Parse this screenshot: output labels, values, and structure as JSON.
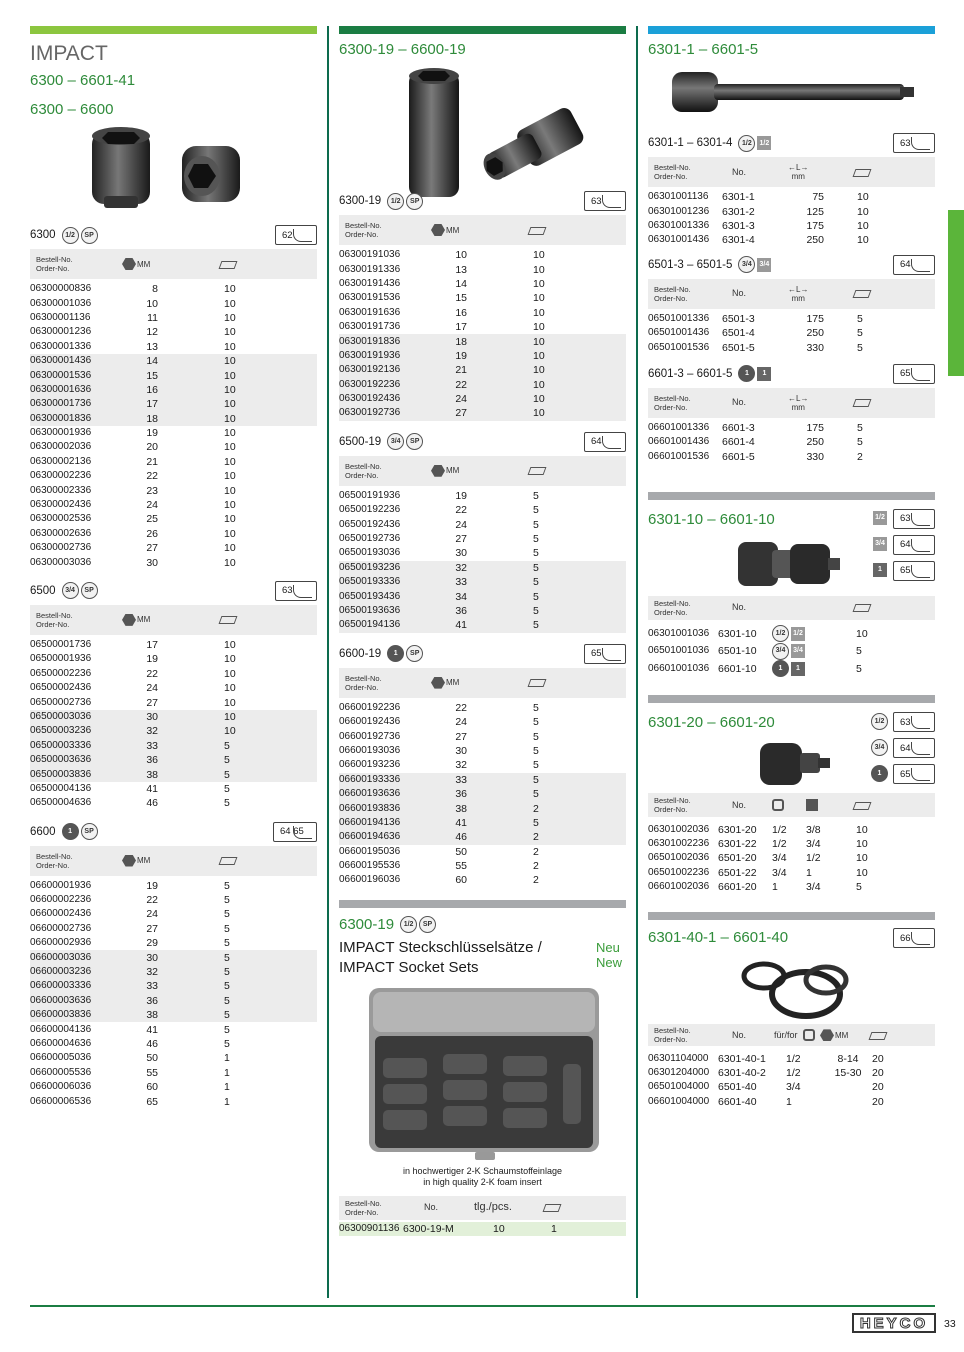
{
  "col1": {
    "title": "IMPACT",
    "range1": "6300 – 6601-41",
    "range2": "6300 – 6600",
    "hdr_bestell": "Bestell-No.",
    "hdr_order": "Order-No.",
    "hdr_mm": "MM",
    "s6300": {
      "label": "6300",
      "drive": "1/2",
      "sp": "SP",
      "page": "62",
      "rows": [
        [
          "06300000836",
          "8",
          "10"
        ],
        [
          "06300001036",
          "10",
          "10"
        ],
        [
          "06300001136",
          "11",
          "10"
        ],
        [
          "06300001236",
          "12",
          "10"
        ],
        [
          "06300001336",
          "13",
          "10"
        ],
        [
          "06300001436",
          "14",
          "10"
        ],
        [
          "06300001536",
          "15",
          "10"
        ],
        [
          "06300001636",
          "16",
          "10"
        ],
        [
          "06300001736",
          "17",
          "10"
        ],
        [
          "06300001836",
          "18",
          "10"
        ],
        [
          "06300001936",
          "19",
          "10"
        ],
        [
          "06300002036",
          "20",
          "10"
        ],
        [
          "06300002136",
          "21",
          "10"
        ],
        [
          "06300002236",
          "22",
          "10"
        ],
        [
          "06300002336",
          "23",
          "10"
        ],
        [
          "06300002436",
          "24",
          "10"
        ],
        [
          "06300002536",
          "25",
          "10"
        ],
        [
          "06300002636",
          "26",
          "10"
        ],
        [
          "06300002736",
          "27",
          "10"
        ],
        [
          "06300003036",
          "30",
          "10"
        ]
      ]
    },
    "s6500": {
      "label": "6500",
      "drive": "3/4",
      "sp": "SP",
      "page": "63",
      "rows": [
        [
          "06500001736",
          "17",
          "10"
        ],
        [
          "06500001936",
          "19",
          "10"
        ],
        [
          "06500002236",
          "22",
          "10"
        ],
        [
          "06500002436",
          "24",
          "10"
        ],
        [
          "06500002736",
          "27",
          "10"
        ],
        [
          "06500003036",
          "30",
          "10"
        ],
        [
          "06500003236",
          "32",
          "10"
        ],
        [
          "06500003336",
          "33",
          "5"
        ],
        [
          "06500003636",
          "36",
          "5"
        ],
        [
          "06500003836",
          "38",
          "5"
        ],
        [
          "06500004136",
          "41",
          "5"
        ],
        [
          "06500004636",
          "46",
          "5"
        ]
      ]
    },
    "s6600": {
      "label": "6600",
      "drive": "1",
      "sp": "SP",
      "page1": "64",
      "page2": "65",
      "rows": [
        [
          "06600001936",
          "19",
          "5"
        ],
        [
          "06600002236",
          "22",
          "5"
        ],
        [
          "06600002436",
          "24",
          "5"
        ],
        [
          "06600002736",
          "27",
          "5"
        ],
        [
          "06600002936",
          "29",
          "5"
        ],
        [
          "06600003036",
          "30",
          "5"
        ],
        [
          "06600003236",
          "32",
          "5"
        ],
        [
          "06600003336",
          "33",
          "5"
        ],
        [
          "06600003636",
          "36",
          "5"
        ],
        [
          "06600003836",
          "38",
          "5"
        ],
        [
          "06600004136",
          "41",
          "5"
        ],
        [
          "06600004636",
          "46",
          "5"
        ],
        [
          "06600005036",
          "50",
          "1"
        ],
        [
          "06600005536",
          "55",
          "1"
        ],
        [
          "06600006036",
          "60",
          "1"
        ],
        [
          "06600006536",
          "65",
          "1"
        ]
      ]
    }
  },
  "col2": {
    "range": "6300-19 – 6600-19",
    "s630019": {
      "label": "6300-19",
      "drive": "1/2",
      "sp": "SP",
      "page": "63",
      "rows": [
        [
          "06300191036",
          "10",
          "10"
        ],
        [
          "06300191336",
          "13",
          "10"
        ],
        [
          "06300191436",
          "14",
          "10"
        ],
        [
          "06300191536",
          "15",
          "10"
        ],
        [
          "06300191636",
          "16",
          "10"
        ],
        [
          "06300191736",
          "17",
          "10"
        ],
        [
          "06300191836",
          "18",
          "10"
        ],
        [
          "06300191936",
          "19",
          "10"
        ],
        [
          "06300192136",
          "21",
          "10"
        ],
        [
          "06300192236",
          "22",
          "10"
        ],
        [
          "06300192436",
          "24",
          "10"
        ],
        [
          "06300192736",
          "27",
          "10"
        ]
      ]
    },
    "s650019": {
      "label": "6500-19",
      "drive": "3/4",
      "sp": "SP",
      "page": "64",
      "rows": [
        [
          "06500191936",
          "19",
          "5"
        ],
        [
          "06500192236",
          "22",
          "5"
        ],
        [
          "06500192436",
          "24",
          "5"
        ],
        [
          "06500192736",
          "27",
          "5"
        ],
        [
          "06500193036",
          "30",
          "5"
        ],
        [
          "06500193236",
          "32",
          "5"
        ],
        [
          "06500193336",
          "33",
          "5"
        ],
        [
          "06500193436",
          "34",
          "5"
        ],
        [
          "06500193636",
          "36",
          "5"
        ],
        [
          "06500194136",
          "41",
          "5"
        ]
      ]
    },
    "s660019": {
      "label": "6600-19",
      "drive": "1",
      "sp": "SP",
      "page": "65",
      "rows": [
        [
          "06600192236",
          "22",
          "5"
        ],
        [
          "06600192436",
          "24",
          "5"
        ],
        [
          "06600192736",
          "27",
          "5"
        ],
        [
          "06600193036",
          "30",
          "5"
        ],
        [
          "06600193236",
          "32",
          "5"
        ],
        [
          "06600193336",
          "33",
          "5"
        ],
        [
          "06600193636",
          "36",
          "5"
        ],
        [
          "06600193836",
          "38",
          "2"
        ],
        [
          "06600194136",
          "41",
          "5"
        ],
        [
          "06600194636",
          "46",
          "2"
        ],
        [
          "06600195036",
          "50",
          "2"
        ],
        [
          "06600195536",
          "55",
          "2"
        ],
        [
          "06600196036",
          "60",
          "2"
        ]
      ]
    },
    "set": {
      "label": "6300-19",
      "drive": "1/2",
      "sp": "SP",
      "title_de": "IMPACT Steckschlüsselsätze /",
      "title_en": "IMPACT Socket Sets",
      "neu": "Neu",
      "new": "New",
      "caption_de": "in hochwertiger 2-K Schaumstoffeinlage",
      "caption_en": "in high quality 2-K foam insert",
      "hdr_no": "No.",
      "hdr_tlg": "tlg./pcs.",
      "row": [
        "06300901136",
        "6300-19-M",
        "10",
        "1"
      ]
    }
  },
  "col3": {
    "range1": "6301-1 – 6601-5",
    "hdr_no": "No.",
    "hdr_len": "L",
    "hdr_len_unit": "mm",
    "sA": {
      "label": "6301-1 – 6301-4",
      "drive": "1/2",
      "drive_sq": "1/2",
      "page": "63",
      "rows": [
        [
          "06301001136",
          "6301-1",
          "75",
          "10"
        ],
        [
          "06301001236",
          "6301-2",
          "125",
          "10"
        ],
        [
          "06301001336",
          "6301-3",
          "175",
          "10"
        ],
        [
          "06301001436",
          "6301-4",
          "250",
          "10"
        ]
      ]
    },
    "sB": {
      "label": "6501-3 – 6501-5",
      "drive": "3/4",
      "drive_sq": "3/4",
      "page": "64",
      "rows": [
        [
          "06501001336",
          "6501-3",
          "175",
          "5"
        ],
        [
          "06501001436",
          "6501-4",
          "250",
          "5"
        ],
        [
          "06501001536",
          "6501-5",
          "330",
          "5"
        ]
      ]
    },
    "sC": {
      "label": "6601-3 – 6601-5",
      "drive": "1",
      "drive_sq": "1",
      "page": "65",
      "rows": [
        [
          "06601001336",
          "6601-3",
          "175",
          "5"
        ],
        [
          "06601001436",
          "6601-4",
          "250",
          "5"
        ],
        [
          "06601001536",
          "6601-5",
          "330",
          "2"
        ]
      ]
    },
    "joint": {
      "title": "6301-10 – 6601-10",
      "pages": [
        {
          "sq": "1/2",
          "p": "63"
        },
        {
          "sq": "3/4",
          "p": "64"
        },
        {
          "sq": "1",
          "p": "65"
        }
      ],
      "rows": [
        [
          "06301001036",
          "6301-10",
          "1/2",
          "1/2",
          "10"
        ],
        [
          "06501001036",
          "6501-10",
          "3/4",
          "3/4",
          "5"
        ],
        [
          "06601001036",
          "6601-10",
          "1",
          "1",
          "5"
        ]
      ]
    },
    "adapter": {
      "title": "6301-20 – 6601-20",
      "pages": [
        {
          "d": "1/2",
          "p": "63"
        },
        {
          "d": "3/4",
          "p": "64"
        },
        {
          "d": "1",
          "p": "65"
        }
      ],
      "rows": [
        [
          "06301002036",
          "6301-20",
          "1/2",
          "3/8",
          "10"
        ],
        [
          "06301002236",
          "6301-22",
          "1/2",
          "3/4",
          "10"
        ],
        [
          "06501002036",
          "6501-20",
          "3/4",
          "1/2",
          "10"
        ],
        [
          "06501002236",
          "6501-22",
          "3/4",
          "1",
          "10"
        ],
        [
          "06601002036",
          "6601-20",
          "1",
          "3/4",
          "5"
        ]
      ]
    },
    "rings": {
      "title": "6301-40-1 – 6601-40",
      "page": "66",
      "hdr_fuer": "für/for",
      "rows": [
        [
          "06301104000",
          "6301-40-1",
          "1/2",
          "8-14",
          "20"
        ],
        [
          "06301204000",
          "6301-40-2",
          "1/2",
          "15-30",
          "20"
        ],
        [
          "06501004000",
          "6501-40",
          "3/4",
          "",
          "20"
        ],
        [
          "06601004000",
          "6601-40",
          "1",
          "",
          "20"
        ]
      ]
    }
  },
  "footer": {
    "brand": "HEYCO",
    "page": "33"
  }
}
